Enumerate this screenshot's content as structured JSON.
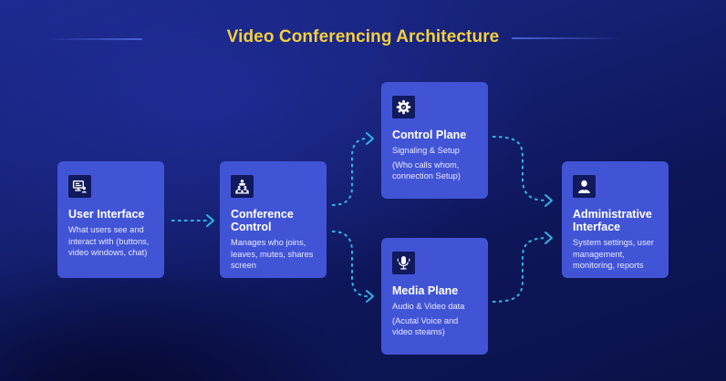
{
  "title": "Video Conferencing Architecture",
  "colors": {
    "background": "#131d6e",
    "card": "#4254d6",
    "icon_box": "#101a5c",
    "title": "#f5cf3d",
    "connector": "#2fb6e6",
    "title_line": "#4a63dd"
  },
  "nodes": [
    {
      "id": "user-interface",
      "icon": "monitor-user-icon",
      "title": "User Interface",
      "description": "What users see and interact with (buttons, video windows, chat)"
    },
    {
      "id": "conference-control",
      "icon": "org-hierarchy-icon",
      "title": "Conference Control",
      "description": "Manages who joins, leaves, mutes, shares screen"
    },
    {
      "id": "control-plane",
      "icon": "gear-icon",
      "title": "Control Plane",
      "subtitle": "Signaling & Setup",
      "description": "(Who calls whom, connection Setup)"
    },
    {
      "id": "media-plane",
      "icon": "microphone-icon",
      "title": "Media Plane",
      "subtitle": "Audio & Video data",
      "description": "(Acutal Voice and video steams)"
    },
    {
      "id": "administrative-interface",
      "icon": "admin-user-icon",
      "title": "Administrative Interface",
      "description": "System settings, user management, monitoring, reports"
    }
  ],
  "edges": [
    {
      "from": "user-interface",
      "to": "conference-control",
      "style": "dotted-arrow"
    },
    {
      "from": "conference-control",
      "to": "control-plane",
      "style": "dotted-arrow"
    },
    {
      "from": "conference-control",
      "to": "media-plane",
      "style": "dotted-arrow"
    },
    {
      "from": "control-plane",
      "to": "administrative-interface",
      "style": "dotted-arrow"
    },
    {
      "from": "media-plane",
      "to": "administrative-interface",
      "style": "dotted-arrow"
    }
  ]
}
